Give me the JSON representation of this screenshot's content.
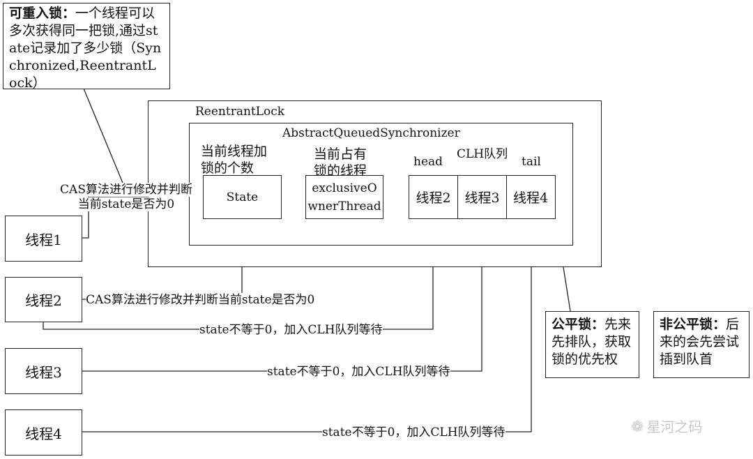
{
  "reentrant_note": {
    "title": "可重入锁：",
    "text": "一个线程可以多次获得同一把锁,通过state记录加了多少锁（Synchronized,ReentrantLock）"
  },
  "reentrant_lock": {
    "label": "ReentrantLock"
  },
  "aqs": {
    "label": "AbstractQueuedSynchronizer",
    "state_caption": "当前线程加锁的个数",
    "state_label": "State",
    "owner_caption": "当前占有锁的线程",
    "owner_label_1": "exclusiveO",
    "owner_label_2": "wnerThread",
    "clh_caption": "CLH队列",
    "head_label": "head",
    "tail_label": "tail",
    "queue": [
      "线程2",
      "线程3",
      "线程4"
    ]
  },
  "threads": [
    "线程1",
    "线程2",
    "线程3",
    "线程4"
  ],
  "edges": {
    "t1_cas": "CAS算法进行修改并判断当前state是否为0",
    "t2_cas": "CAS算法进行修改并判断当前state是否为0",
    "t2_wait": "state不等于0，加入CLH队列等待",
    "t3_wait": "state不等于0，加入CLH队列等待",
    "t4_wait": "state不等于0，加入CLH队列等待"
  },
  "fair_note": {
    "title": "公平锁：",
    "text": "先来先排队，获取锁的优先权"
  },
  "unfair_note": {
    "title": "非公平锁：",
    "text": "后来的会先尝试插到队首"
  },
  "watermark": "星河之码"
}
